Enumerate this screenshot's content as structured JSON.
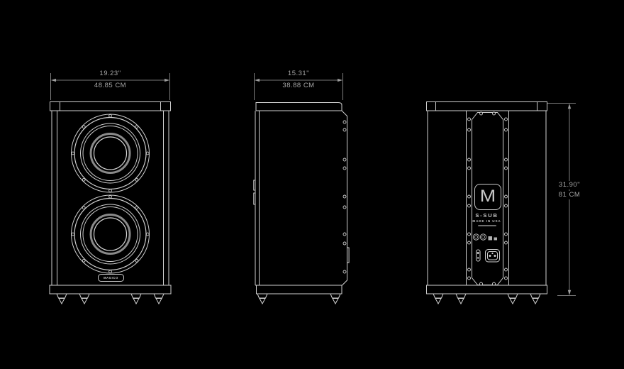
{
  "dimensions": {
    "front_width": {
      "inches": "19.23\"",
      "centimeters": "48.85 CM"
    },
    "side_depth": {
      "inches": "15.31\"",
      "centimeters": "38.88 CM"
    },
    "height": {
      "inches": "31.90\"",
      "centimeters": "81 CM"
    }
  },
  "rear_panel": {
    "logo_letter": "M",
    "model": "S-SUB",
    "origin": "MADE IN USA"
  },
  "front_panel": {
    "badge": "MAGICO"
  },
  "colors": {
    "background": "#000000",
    "line": "#cfcfcf",
    "dim_line": "#9e9e9e",
    "dim_text": "#a6a6a6",
    "cone_accent": "#8a8a8a"
  }
}
